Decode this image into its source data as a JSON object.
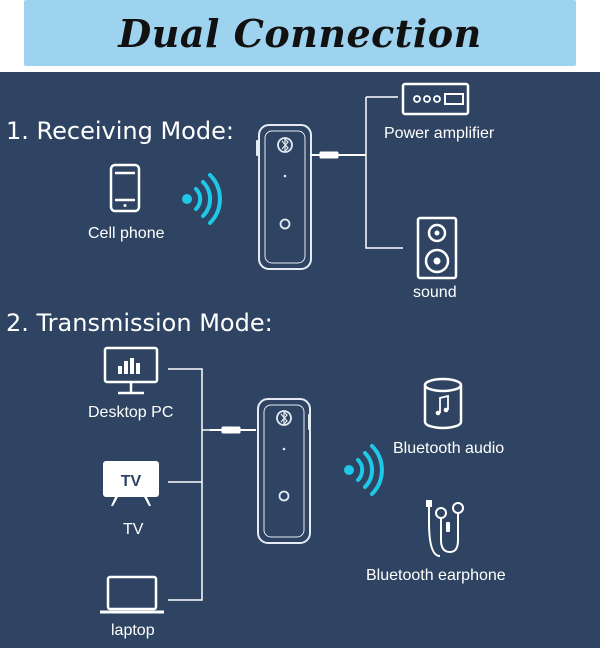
{
  "title": "Dual Connection",
  "receiving": {
    "heading": "1. Receiving Mode:",
    "source_label": "Cell phone",
    "outputs": [
      "Power amplifier",
      "sound"
    ]
  },
  "transmission": {
    "heading": "2. Transmission Mode:",
    "sources": [
      "Desktop PC",
      "TV",
      "laptop"
    ],
    "tv_screen_text": "TV",
    "outputs": [
      "Bluetooth audio",
      "Bluetooth earphone"
    ]
  },
  "colors": {
    "background": "#2f4462",
    "banner": "#9ed3ef",
    "wireless": "#1ec8e6",
    "device_outline": "#e4ebf3"
  }
}
